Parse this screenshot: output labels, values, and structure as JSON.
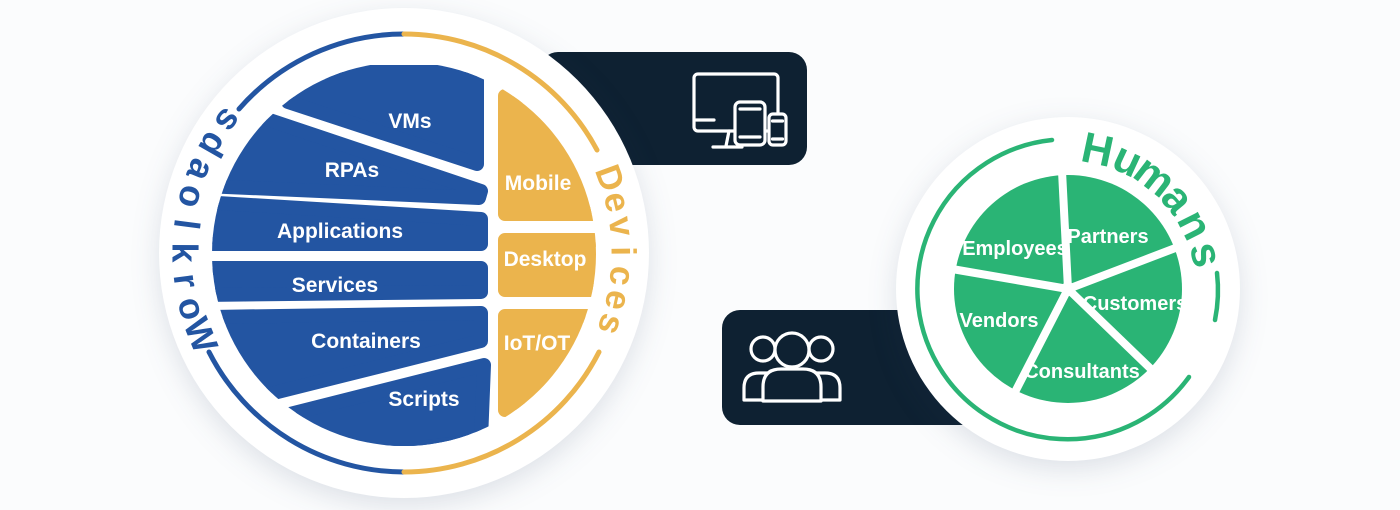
{
  "left_wheel": {
    "title_left": "Workloads",
    "title_right": "Devices",
    "workload_segments": [
      "VMs",
      "RPAs",
      "Applications",
      "Services",
      "Containers",
      "Scripts"
    ],
    "device_segments": [
      "Mobile",
      "Desktop",
      "IoT/OT"
    ]
  },
  "right_wheel": {
    "title": "Humans",
    "segments": [
      "Employees",
      "Partners",
      "Vendors",
      "Customers",
      "Consultants"
    ]
  },
  "badges": {
    "devices_badge_icon": "monitor-tablet-phone-icon",
    "humans_badge_icon": "people-group-icon"
  },
  "colors": {
    "workloads_blue": "#2355a2",
    "devices_yellow": "#ebb44d",
    "humans_green": "#2ab475",
    "badge_navy": "#0e2132",
    "label_white": "#ffffff",
    "background": "#fbfcfd"
  }
}
